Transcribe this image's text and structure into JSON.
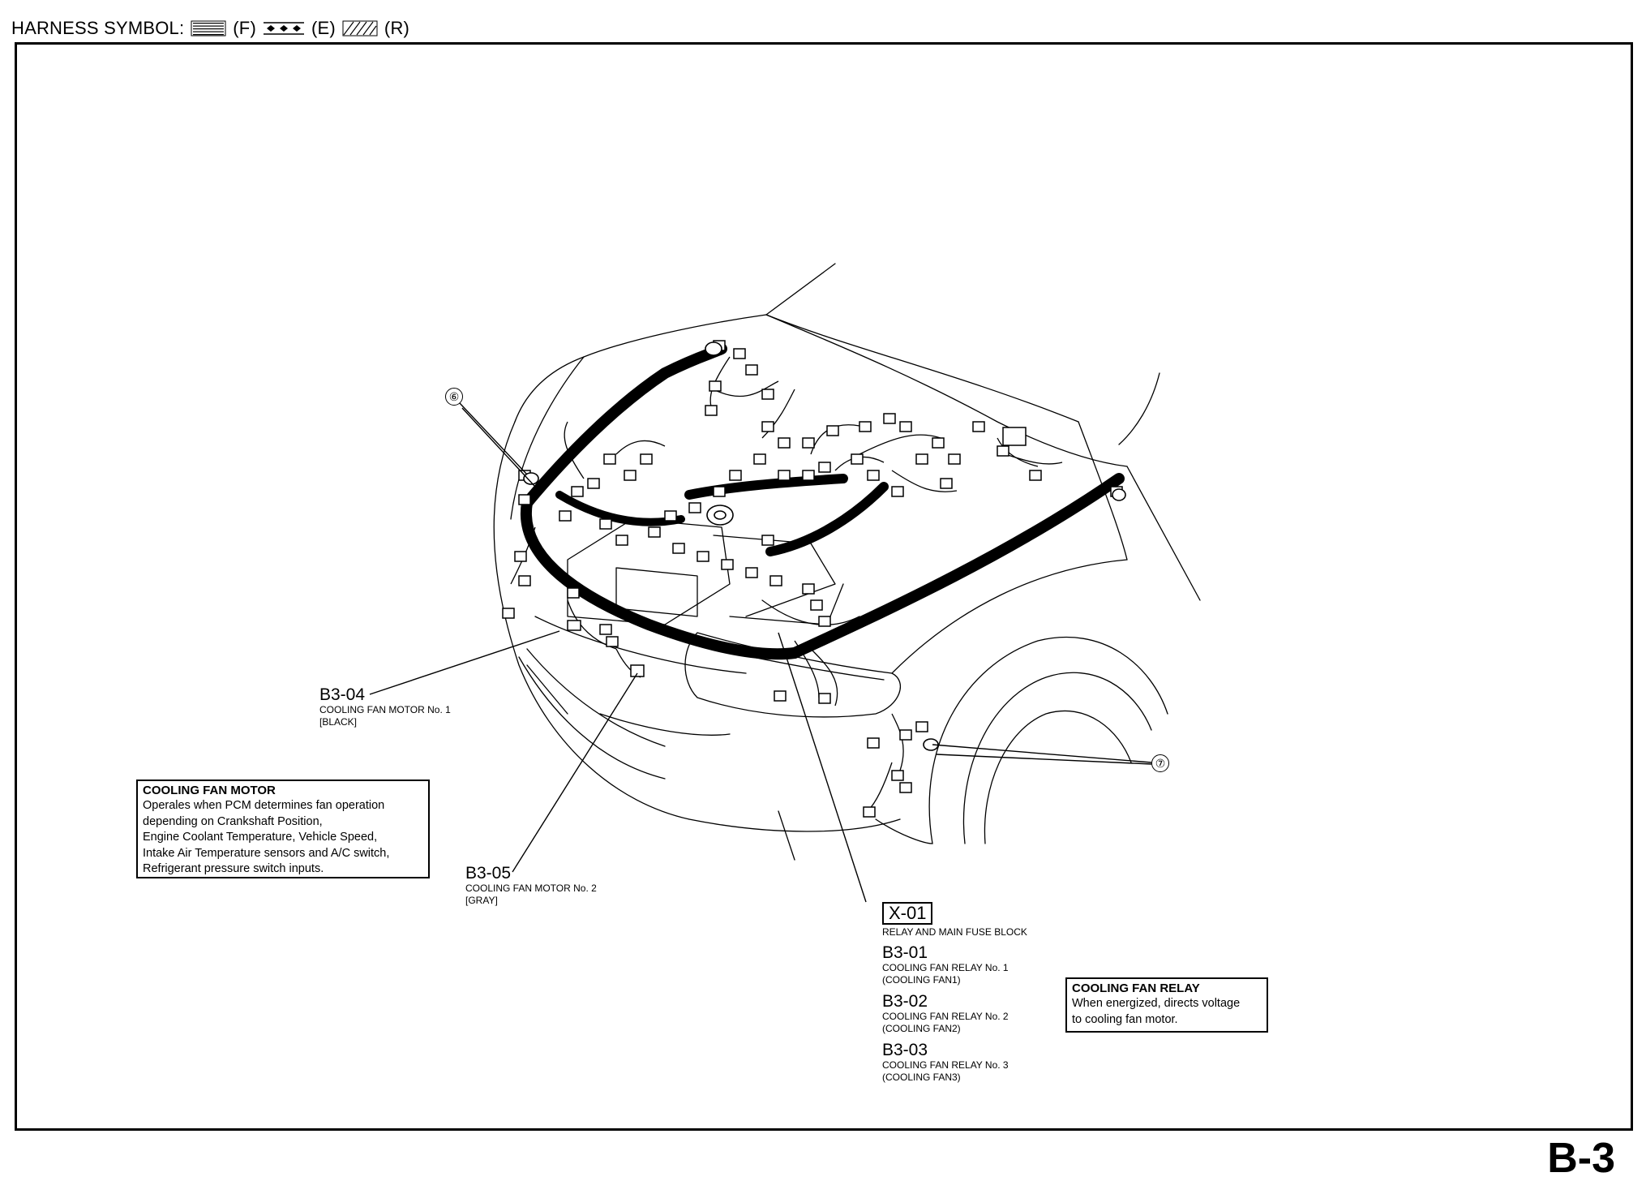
{
  "header": {
    "label": "HARNESS SYMBOL:",
    "symbols": [
      {
        "pattern": "dotted-grid",
        "code": "(F)"
      },
      {
        "pattern": "diamond-chain",
        "code": "(E)"
      },
      {
        "pattern": "hatched",
        "code": "(R)"
      }
    ]
  },
  "markers": {
    "six": "⑥",
    "seven": "⑦"
  },
  "connectors": {
    "b3_04": {
      "code": "B3-04",
      "desc": "COOLING FAN MOTOR No. 1",
      "color": "[BLACK]"
    },
    "b3_05": {
      "code": "B3-05",
      "desc": "COOLING FAN MOTOR No. 2",
      "color": "[GRAY]"
    },
    "x_01": {
      "code": "X-01",
      "desc": "RELAY AND MAIN FUSE BLOCK"
    },
    "b3_01": {
      "code": "B3-01",
      "desc": "COOLING FAN RELAY No. 1",
      "sub": "(COOLING FAN1)"
    },
    "b3_02": {
      "code": "B3-02",
      "desc": "COOLING FAN RELAY No. 2",
      "sub": "(COOLING FAN2)"
    },
    "b3_03": {
      "code": "B3-03",
      "desc": "COOLING FAN RELAY No. 3",
      "sub": "(COOLING FAN3)"
    }
  },
  "info_boxes": {
    "fan_motor": {
      "title": "COOLING FAN MOTOR",
      "lines": [
        "Operales when PCM determines fan operation",
        "depending on Crankshaft Position,",
        "Engine Coolant Temperature, Vehicle Speed,",
        "Intake Air Temperature sensors and A/C switch,",
        "Refrigerant pressure switch inputs."
      ]
    },
    "fan_relay": {
      "title": "COOLING FAN RELAY",
      "lines": [
        "When energized, directs voltage",
        "to cooling fan motor."
      ]
    }
  },
  "page_id": "B-3"
}
